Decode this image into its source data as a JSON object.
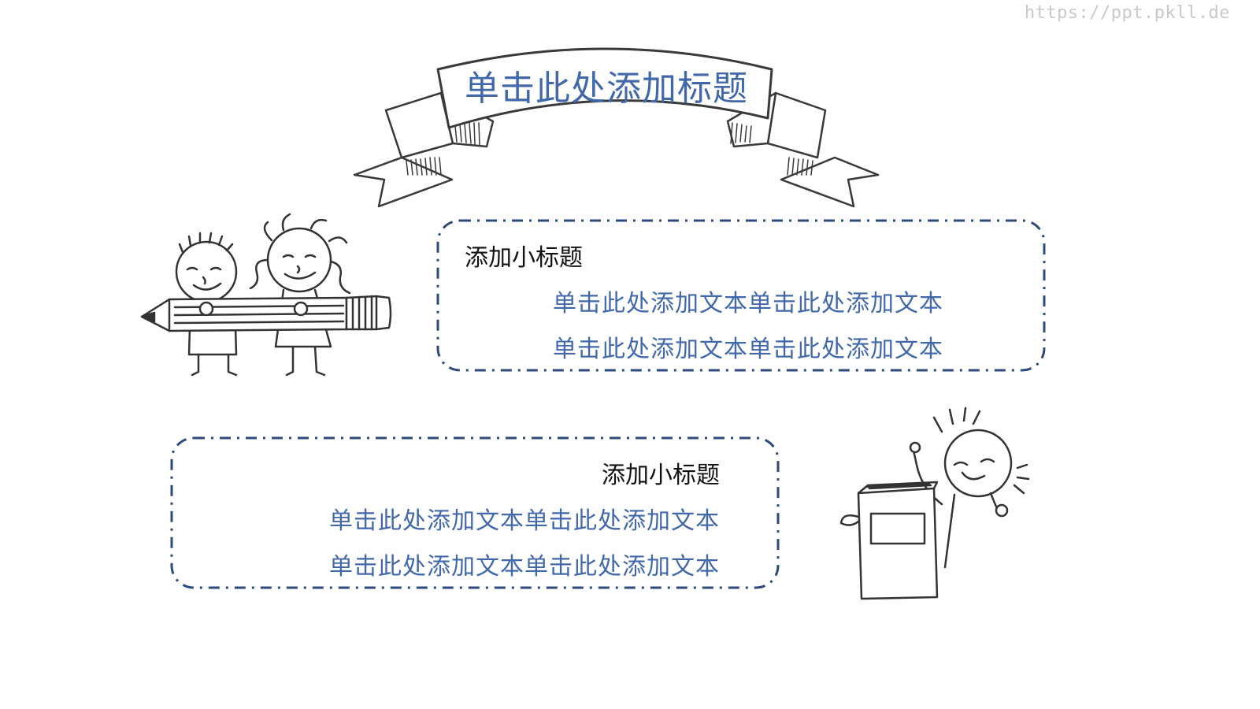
{
  "watermark": "https://ppt.pkll.de",
  "title": "单击此处添加标题",
  "blocks": [
    {
      "subtitle": "添加小标题",
      "lines": [
        "单击此处添加文本单击此处添加文本",
        "单击此处添加文本单击此处添加文本"
      ]
    },
    {
      "subtitle": "添加小标题",
      "lines": [
        "单击此处添加文本单击此处添加文本",
        "单击此处添加文本单击此处添加文本"
      ]
    }
  ],
  "colors": {
    "accent": "#4068ab",
    "dashed_border": "#2e4a7a",
    "sketch_line": "#333333"
  },
  "icons": [
    "ribbon-banner",
    "kids-with-pencil-illustration",
    "kid-with-book-illustration"
  ]
}
